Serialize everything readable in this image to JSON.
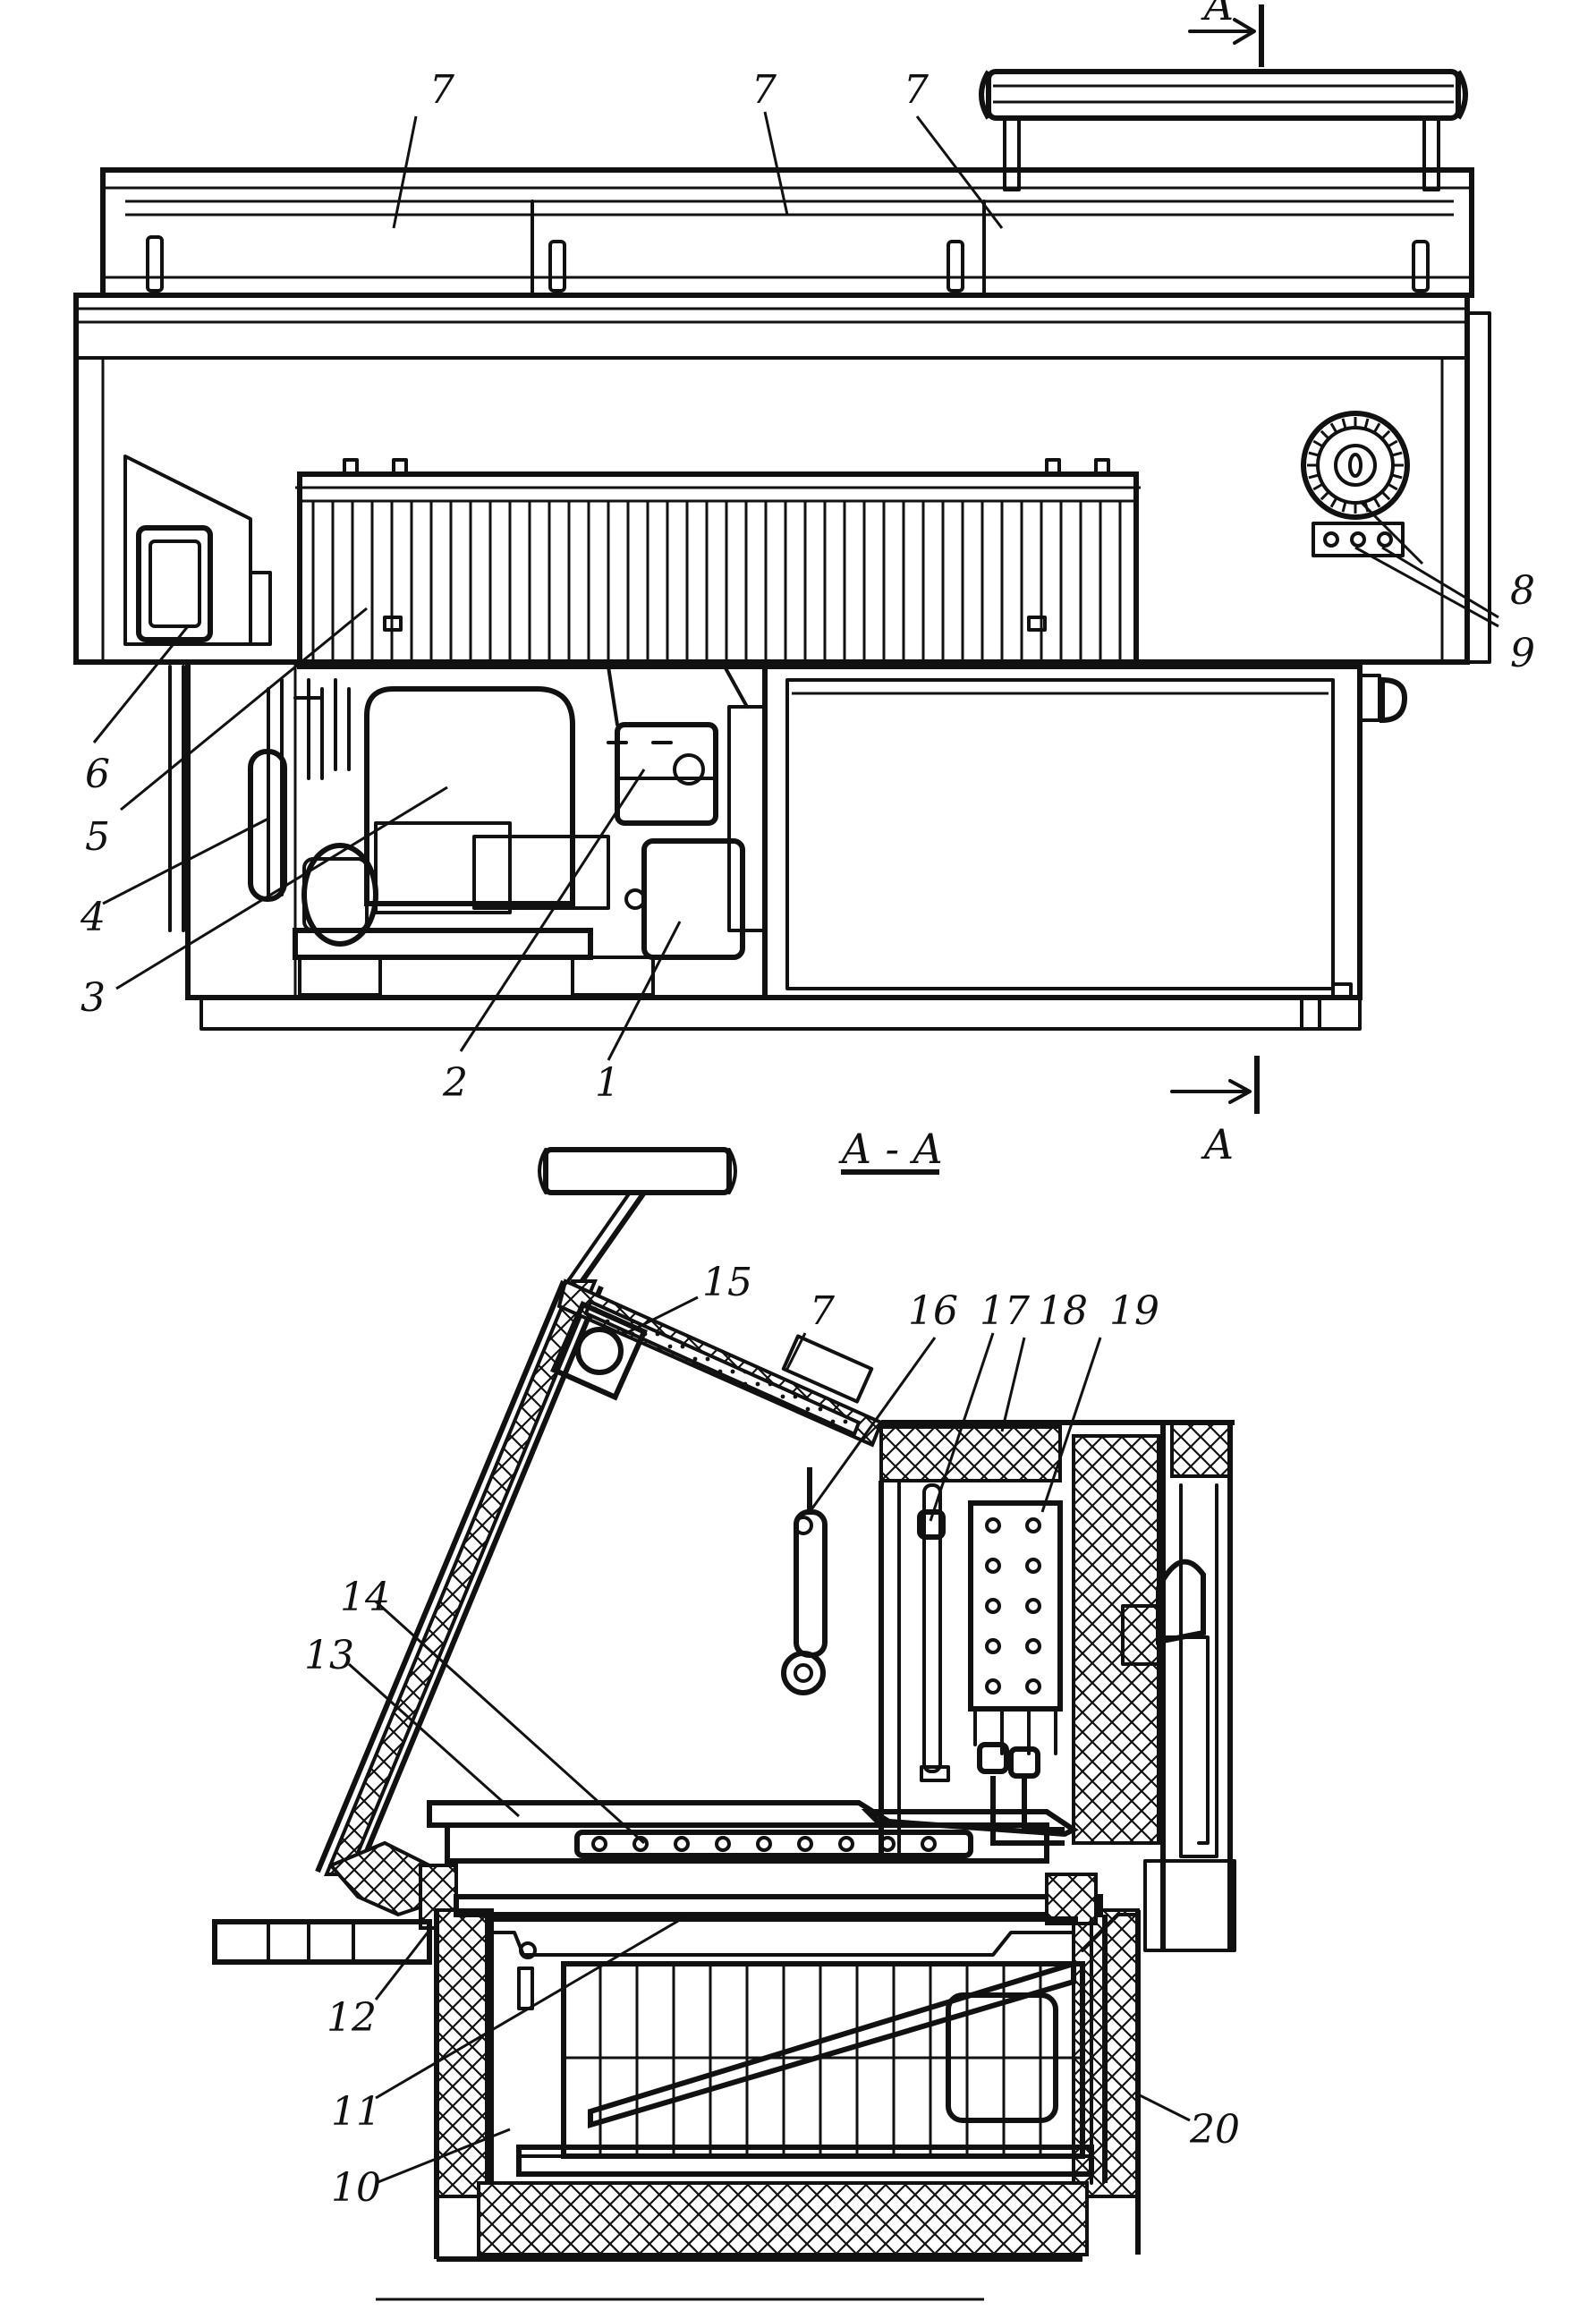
{
  "section_title": "А - А",
  "section_markers": {
    "top": "А",
    "bottom": "А"
  },
  "callouts": {
    "c1": "1",
    "c2": "2",
    "c3": "3",
    "c4": "4",
    "c5": "5",
    "c6": "6",
    "c7a": "7",
    "c7b": "7",
    "c7c": "7",
    "c7d": "7",
    "c8": "8",
    "c9": "9",
    "c10": "10",
    "c11": "11",
    "c12": "12",
    "c13": "13",
    "c14": "14",
    "c15": "15",
    "c16": "16",
    "c17": "17",
    "c18": "18",
    "c19": "19",
    "c20": "20"
  }
}
